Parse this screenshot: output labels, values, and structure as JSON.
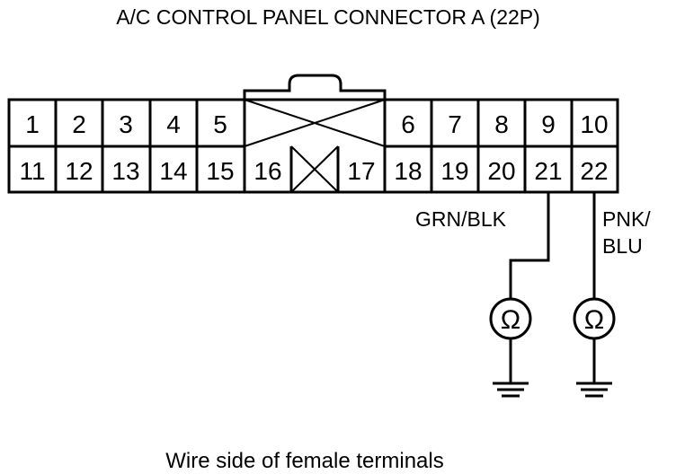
{
  "title": "A/C CONTROL PANEL CONNECTOR A (22P)",
  "connector": {
    "top_row": [
      "1",
      "2",
      "3",
      "4",
      "5",
      "6",
      "7",
      "8",
      "9",
      "10"
    ],
    "bottom_row": [
      "11",
      "12",
      "13",
      "14",
      "15",
      "16",
      "17",
      "18",
      "19",
      "20",
      "21",
      "22"
    ]
  },
  "wires": {
    "left": "GRN/BLK",
    "right_line1": "PNK/",
    "right_line2": "BLU"
  },
  "meter_symbol": "Ω",
  "caption": "Wire side of female terminals"
}
